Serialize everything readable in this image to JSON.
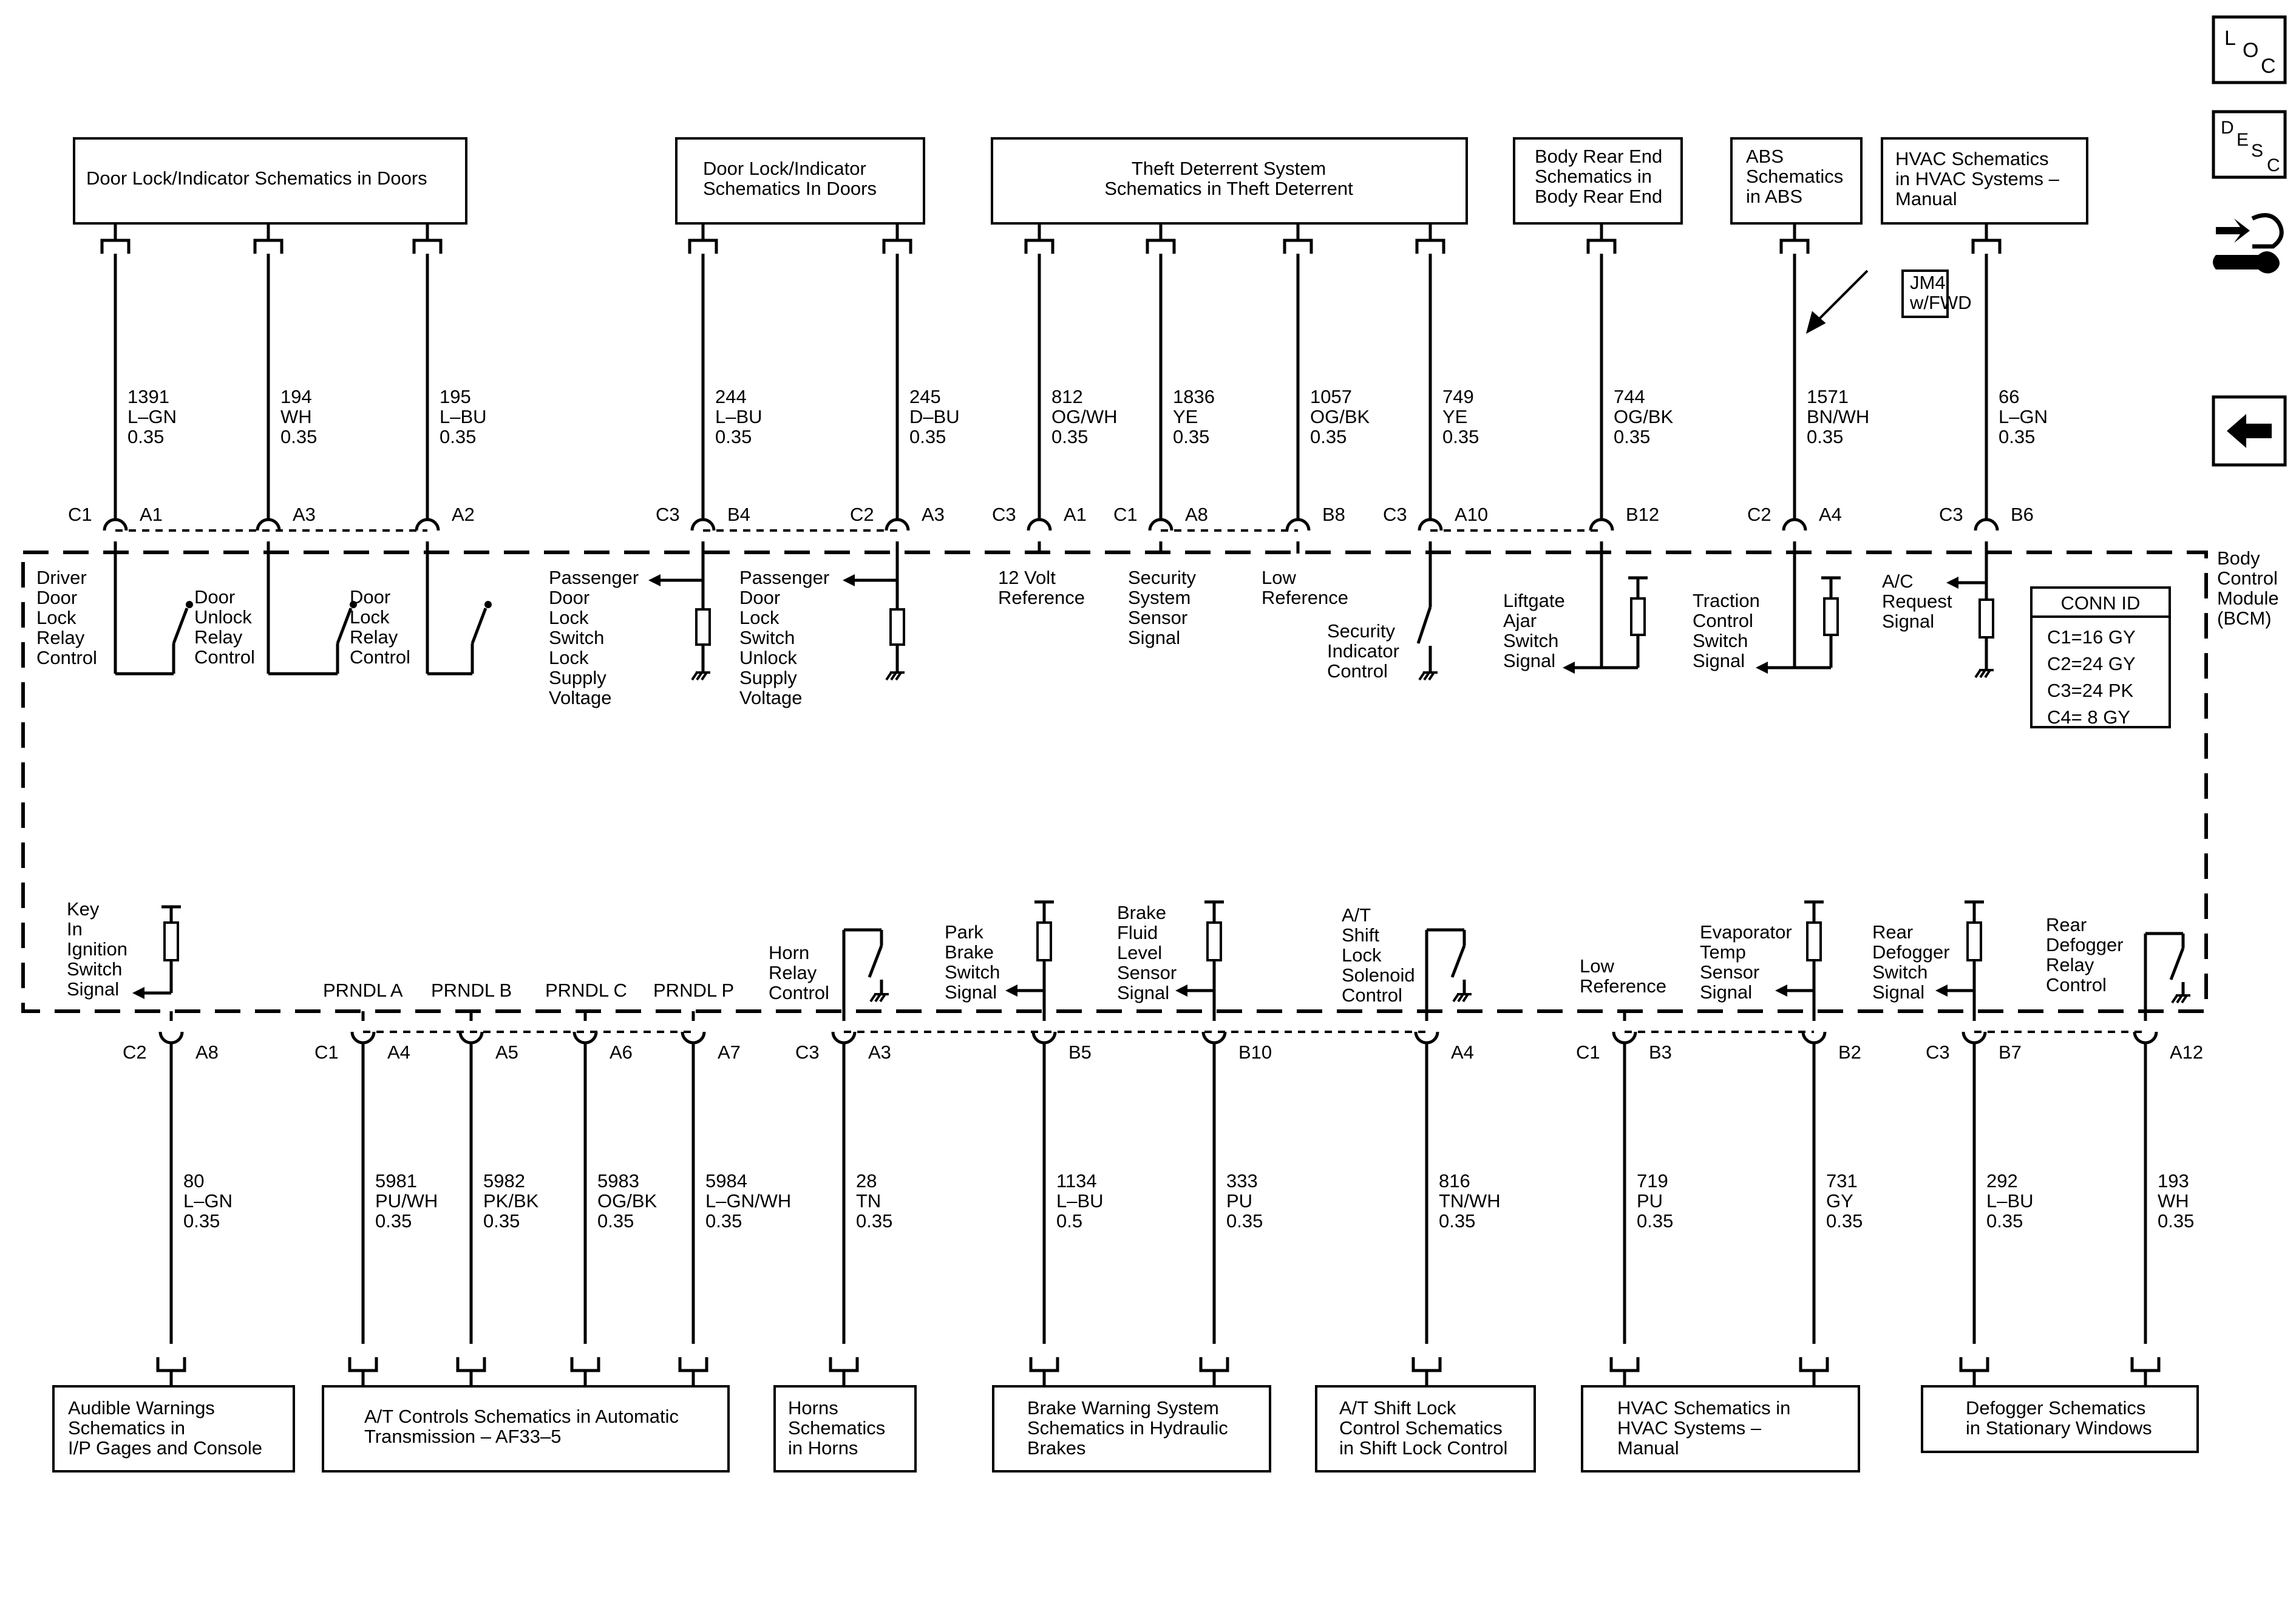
{
  "module": {
    "lines": [
      "Body",
      "Control",
      "Module",
      "(BCM)"
    ]
  },
  "conn_id": {
    "title": "CONN ID",
    "rows": [
      "C1=16 GY",
      "C2=24 GY",
      "C3=24 PK",
      "C4=  8 GY"
    ]
  },
  "nav": {
    "loc": {
      "l": "L",
      "o": "O",
      "c": "C"
    },
    "desc": {
      "d": "D",
      "e": "E",
      "s": "S",
      "c": "C"
    }
  },
  "top_boxes": [
    {
      "lines": [
        "Door Lock/Indicator Schematics in Doors"
      ]
    },
    {
      "lines": [
        "Door Lock/Indicator",
        "Schematics In Doors"
      ]
    },
    {
      "lines": [
        "Theft Deterrent System",
        "Schematics in Theft Deterrent"
      ]
    },
    {
      "lines": [
        "Body Rear End",
        "Schematics in",
        "Body Rear End"
      ]
    },
    {
      "lines": [
        "ABS",
        "Schematics",
        "in ABS"
      ]
    },
    {
      "lines": [
        "HVAC Schematics",
        "in HVAC Systems –",
        "Manual"
      ]
    }
  ],
  "bottom_boxes": [
    {
      "lines": [
        "Audible Warnings",
        "Schematics in",
        "I/P Gages and Console"
      ]
    },
    {
      "lines": [
        "A/T Controls Schematics in Automatic",
        "Transmission – AF33–5"
      ]
    },
    {
      "lines": [
        "Horns",
        "Schematics",
        "in Horns"
      ]
    },
    {
      "lines": [
        "Brake Warning System",
        "Schematics in Hydraulic",
        "Brakes"
      ]
    },
    {
      "lines": [
        "A/T Shift Lock",
        "Control Schematics",
        "in Shift Lock Control"
      ]
    },
    {
      "lines": [
        "HVAC Schematics in",
        "HVAC Systems –",
        "Manual"
      ]
    },
    {
      "lines": [
        "Defogger Schematics",
        "in Stationary Windows"
      ]
    }
  ],
  "option_note": {
    "lines": [
      "JM4",
      "w/FWD"
    ]
  },
  "top_wires": [
    {
      "conn": "C1",
      "pin": "A1",
      "circuit": [
        "1391",
        "L–GN",
        "0.35"
      ],
      "label": [
        "Driver",
        "Door",
        "Lock",
        "Relay",
        "Control"
      ]
    },
    {
      "conn": "",
      "pin": "A3",
      "circuit": [
        "194",
        "WH",
        "0.35"
      ],
      "label": [
        "Door",
        "Unlock",
        "Relay",
        "Control"
      ]
    },
    {
      "conn": "",
      "pin": "A2",
      "circuit": [
        "195",
        "L–BU",
        "0.35"
      ],
      "label": [
        "Door",
        "Lock",
        "Relay",
        "Control"
      ]
    },
    {
      "conn": "C3",
      "pin": "B4",
      "circuit": [
        "244",
        "L–BU",
        "0.35"
      ],
      "label": [
        "Passenger",
        "Door",
        "Lock",
        "Switch",
        "Lock",
        "Supply",
        "Voltage"
      ]
    },
    {
      "conn": "C2",
      "pin": "A3",
      "circuit": [
        "245",
        "D–BU",
        "0.35"
      ],
      "label": [
        "Passenger",
        "Door",
        "Lock",
        "Switch",
        "Unlock",
        "Supply",
        "Voltage"
      ]
    },
    {
      "conn": "C3",
      "pin": "A1",
      "circuit": [
        "812",
        "OG/WH",
        "0.35"
      ],
      "label": [
        "12 Volt",
        "Reference"
      ]
    },
    {
      "conn": "C1",
      "pin": "A8",
      "circuit": [
        "1836",
        "YE",
        "0.35"
      ],
      "label": [
        "Security",
        "System",
        "Sensor",
        "Signal"
      ]
    },
    {
      "conn": "",
      "pin": "B8",
      "circuit": [
        "1057",
        "OG/BK",
        "0.35"
      ],
      "label": [
        "Low",
        "Reference"
      ]
    },
    {
      "conn": "C3",
      "pin": "A10",
      "circuit": [
        "749",
        "YE",
        "0.35"
      ],
      "label": [
        "Security",
        "Indicator",
        "Control"
      ]
    },
    {
      "conn": "",
      "pin": "B12",
      "circuit": [
        "744",
        "OG/BK",
        "0.35"
      ],
      "label": [
        "Liftgate",
        "Ajar",
        "Switch",
        "Signal"
      ]
    },
    {
      "conn": "C2",
      "pin": "A4",
      "circuit": [
        "1571",
        "BN/WH",
        "0.35"
      ],
      "label": [
        "Traction",
        "Control",
        "Switch",
        "Signal"
      ]
    },
    {
      "conn": "C3",
      "pin": "B6",
      "circuit": [
        "66",
        "L–GN",
        "0.35"
      ],
      "label": [
        "A/C",
        "Request",
        "Signal"
      ]
    }
  ],
  "bottom_wires": [
    {
      "conn": "C2",
      "pin": "A8",
      "circuit": [
        "80",
        "L–GN",
        "0.35"
      ],
      "label": [
        "Key",
        "In",
        "Ignition",
        "Switch",
        "Signal"
      ]
    },
    {
      "conn": "C1",
      "pin": "A4",
      "circuit": [
        "5981",
        "PU/WH",
        "0.35"
      ],
      "label": [
        "PRNDL A"
      ]
    },
    {
      "conn": "",
      "pin": "A5",
      "circuit": [
        "5982",
        "PK/BK",
        "0.35"
      ],
      "label": [
        "PRNDL B"
      ]
    },
    {
      "conn": "",
      "pin": "A6",
      "circuit": [
        "5983",
        "OG/BK",
        "0.35"
      ],
      "label": [
        "PRNDL C"
      ]
    },
    {
      "conn": "",
      "pin": "A7",
      "circuit": [
        "5984",
        "L–GN/WH",
        "0.35"
      ],
      "label": [
        "PRNDL P"
      ]
    },
    {
      "conn": "C3",
      "pin": "A3",
      "circuit": [
        "28",
        "TN",
        "0.35"
      ],
      "label": [
        "Horn",
        "Relay",
        "Control"
      ]
    },
    {
      "conn": "",
      "pin": "B5",
      "circuit": [
        "1134",
        "L–BU",
        "0.5"
      ],
      "label": [
        "Park",
        "Brake",
        "Switch",
        "Signal"
      ]
    },
    {
      "conn": "",
      "pin": "B10",
      "circuit": [
        "333",
        "PU",
        "0.35"
      ],
      "label": [
        "Brake",
        "Fluid",
        "Level",
        "Sensor",
        "Signal"
      ]
    },
    {
      "conn": "",
      "pin": "A4",
      "circuit": [
        "816",
        "TN/WH",
        "0.35"
      ],
      "label": [
        "A/T",
        "Shift",
        "Lock",
        "Solenoid",
        "Control"
      ]
    },
    {
      "conn": "C1",
      "pin": "B3",
      "circuit": [
        "719",
        "PU",
        "0.35"
      ],
      "label": [
        "Low",
        "Reference"
      ]
    },
    {
      "conn": "",
      "pin": "B2",
      "circuit": [
        "731",
        "GY",
        "0.35"
      ],
      "label": [
        "Evaporator",
        "Temp",
        "Sensor",
        "Signal"
      ]
    },
    {
      "conn": "C3",
      "pin": "B7",
      "circuit": [
        "292",
        "L–BU",
        "0.35"
      ],
      "label": [
        "Rear",
        "Defogger",
        "Switch",
        "Signal"
      ]
    },
    {
      "conn": "",
      "pin": "A12",
      "circuit": [
        "193",
        "WH",
        "0.35"
      ],
      "label": [
        "Rear",
        "Defogger",
        "Relay",
        "Control"
      ]
    }
  ]
}
